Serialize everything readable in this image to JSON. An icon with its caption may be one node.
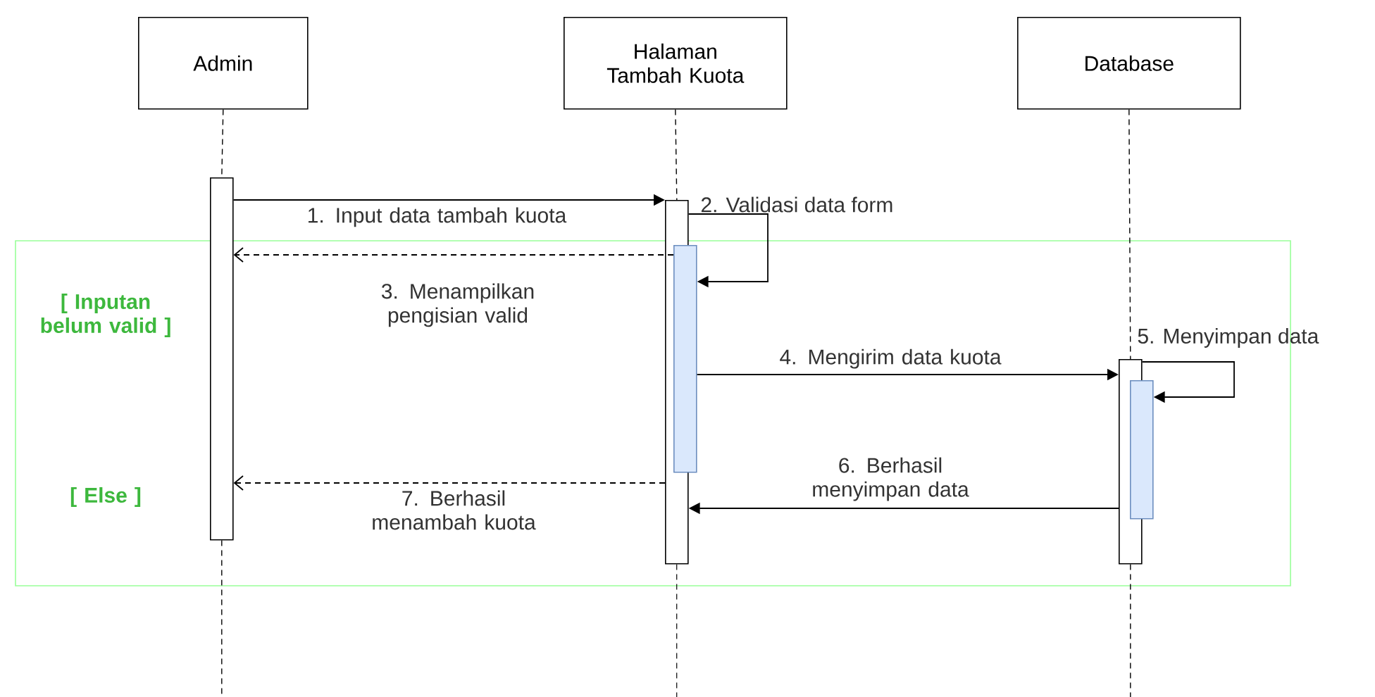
{
  "diagram": {
    "nodes": [
      {
        "text": [
          "Admin"
        ]
      },
      {
        "text": [
          "Halaman Tambah Kuota"
        ]
      },
      {
        "text": [
          "Database"
        ]
      },
      {
        "text": [],
        "shape": "bar"
      },
      {
        "text": [],
        "shape": "bar"
      },
      {
        "text": [],
        "shape": "bar"
      },
      {
        "text": [],
        "shape": "bar"
      },
      {
        "text": [],
        "shape": "bar"
      }
    ],
    "edges": [
      {
        "from": 0,
        "to": 3,
        "arrow": "none",
        "style": "dashed"
      },
      {
        "from": 3,
        "to": null,
        "arrow": "none",
        "style": "dashed"
      },
      {
        "from": 1,
        "to": 4,
        "arrow": "none",
        "style": "dashed"
      },
      {
        "from": 4,
        "to": null,
        "arrow": "none",
        "style": "dashed"
      },
      {
        "from": 2,
        "to": 6,
        "arrow": "none",
        "style": "dashed"
      },
      {
        "from": 6,
        "to": null,
        "arrow": "none",
        "style": "dashed"
      },
      {
        "from": 3,
        "to": 4,
        "arrow": "to",
        "label": "1. Input data tambah kuota"
      },
      {
        "from": 4,
        "to": 5,
        "arrow": "to",
        "label": "2. Validasi data form"
      },
      {
        "from": 5,
        "to": 3,
        "arrow": "to",
        "label": "3. Menampilkan pengisian valid",
        "style": "dashed"
      },
      {
        "from": 5,
        "to": 6,
        "arrow": "to",
        "label": "4. Mengirim data kuota"
      },
      {
        "from": 6,
        "to": 7,
        "arrow": "to",
        "label": "5. Menyimpan data"
      },
      {
        "from": 6,
        "to": 4,
        "arrow": "to",
        "label": "6. Berhasil menyimpan data"
      },
      {
        "from": 4,
        "to": 3,
        "arrow": "to",
        "label": "7. Berhasil menambah kuota",
        "style": "dashed"
      }
    ],
    "labels": [
      "[ Inputan belum valid ]",
      "[ Else ]"
    ]
  }
}
